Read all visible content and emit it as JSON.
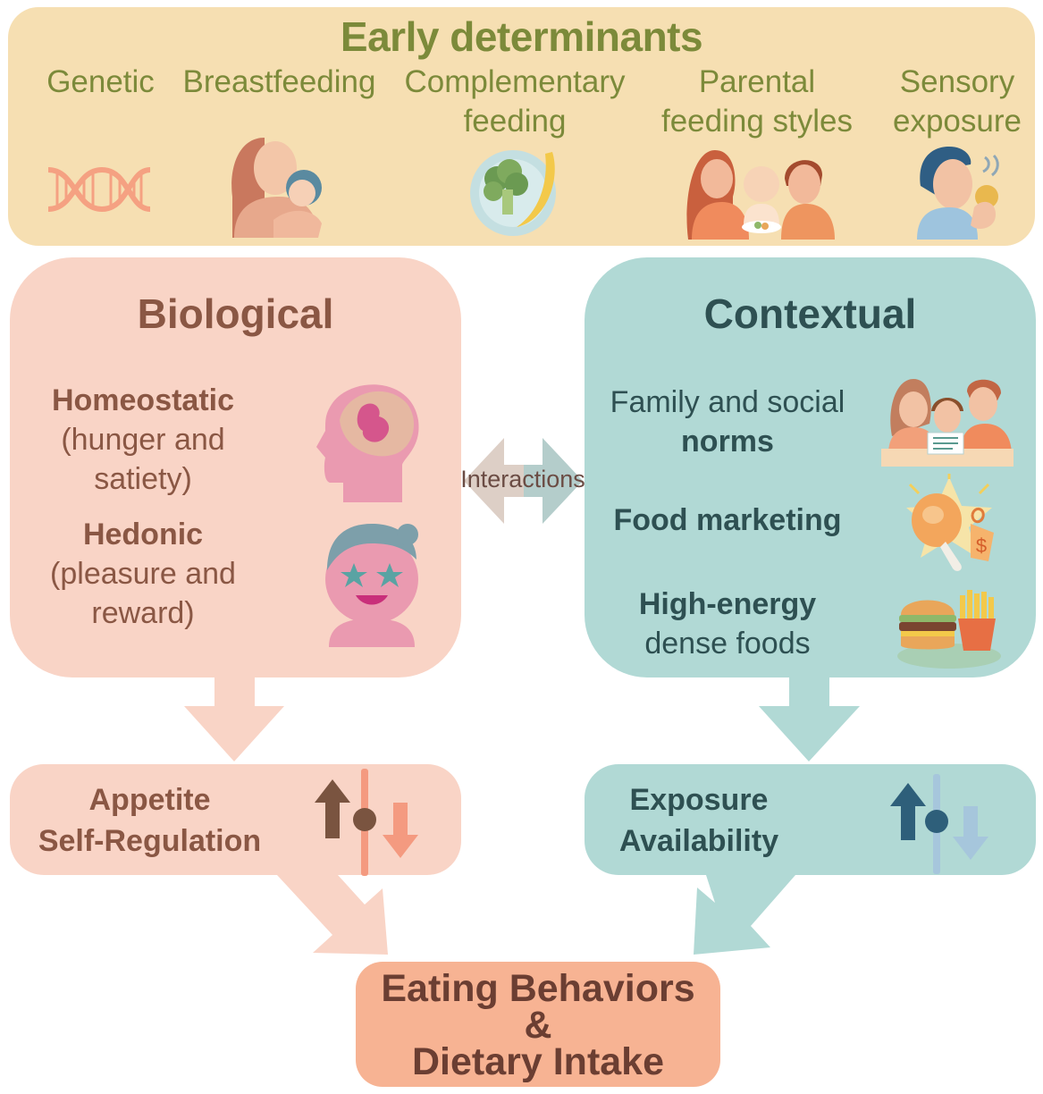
{
  "early": {
    "title": "Early determinants",
    "items": [
      {
        "line1": "Genetic",
        "line2": "",
        "icon": "dna-icon"
      },
      {
        "line1": "Breastfeeding",
        "line2": "",
        "icon": "breastfeeding-icon"
      },
      {
        "line1": "Complementary",
        "line2": "feeding",
        "icon": "plate-broccoli-banana-icon"
      },
      {
        "line1": "Parental",
        "line2": "feeding styles",
        "icon": "family-feeding-icon"
      },
      {
        "line1": "Sensory",
        "line2": "exposure",
        "icon": "person-smelling-food-icon"
      }
    ]
  },
  "biological": {
    "title": "Biological",
    "homeostatic": {
      "title": "Homeostatic",
      "line1": "(hunger and",
      "line2": "satiety)",
      "icon": "head-stomach-icon"
    },
    "hedonic": {
      "title": "Hedonic",
      "line1": "(pleasure and",
      "line2": "reward)",
      "icon": "star-eyes-face-icon"
    }
  },
  "contextual": {
    "title": "Contextual",
    "family": {
      "line1": "Family and social",
      "line2": "norms",
      "icon": "family-table-icon"
    },
    "marketing": {
      "title": "Food marketing",
      "icon": "chicken-price-tag-icon"
    },
    "energy": {
      "line1": "High-energy",
      "line2": "dense foods",
      "icon": "burger-fries-icon"
    }
  },
  "interactions_label": "Interactions",
  "appetite": {
    "line1": "Appetite",
    "line2": "Self-Regulation",
    "icon": "up-down-slider-icon"
  },
  "exposure": {
    "line1": "Exposure",
    "line2": "Availability",
    "icon": "up-down-slider-icon"
  },
  "outcome": {
    "line1": "Eating Behaviors",
    "line2": "&",
    "line3": "Dietary Intake"
  },
  "colors": {
    "early_bg": "#f6dfb2",
    "bio_bg": "#f9d4c6",
    "ctx_bg": "#b1d9d5",
    "outcome_bg": "#f7b393"
  }
}
